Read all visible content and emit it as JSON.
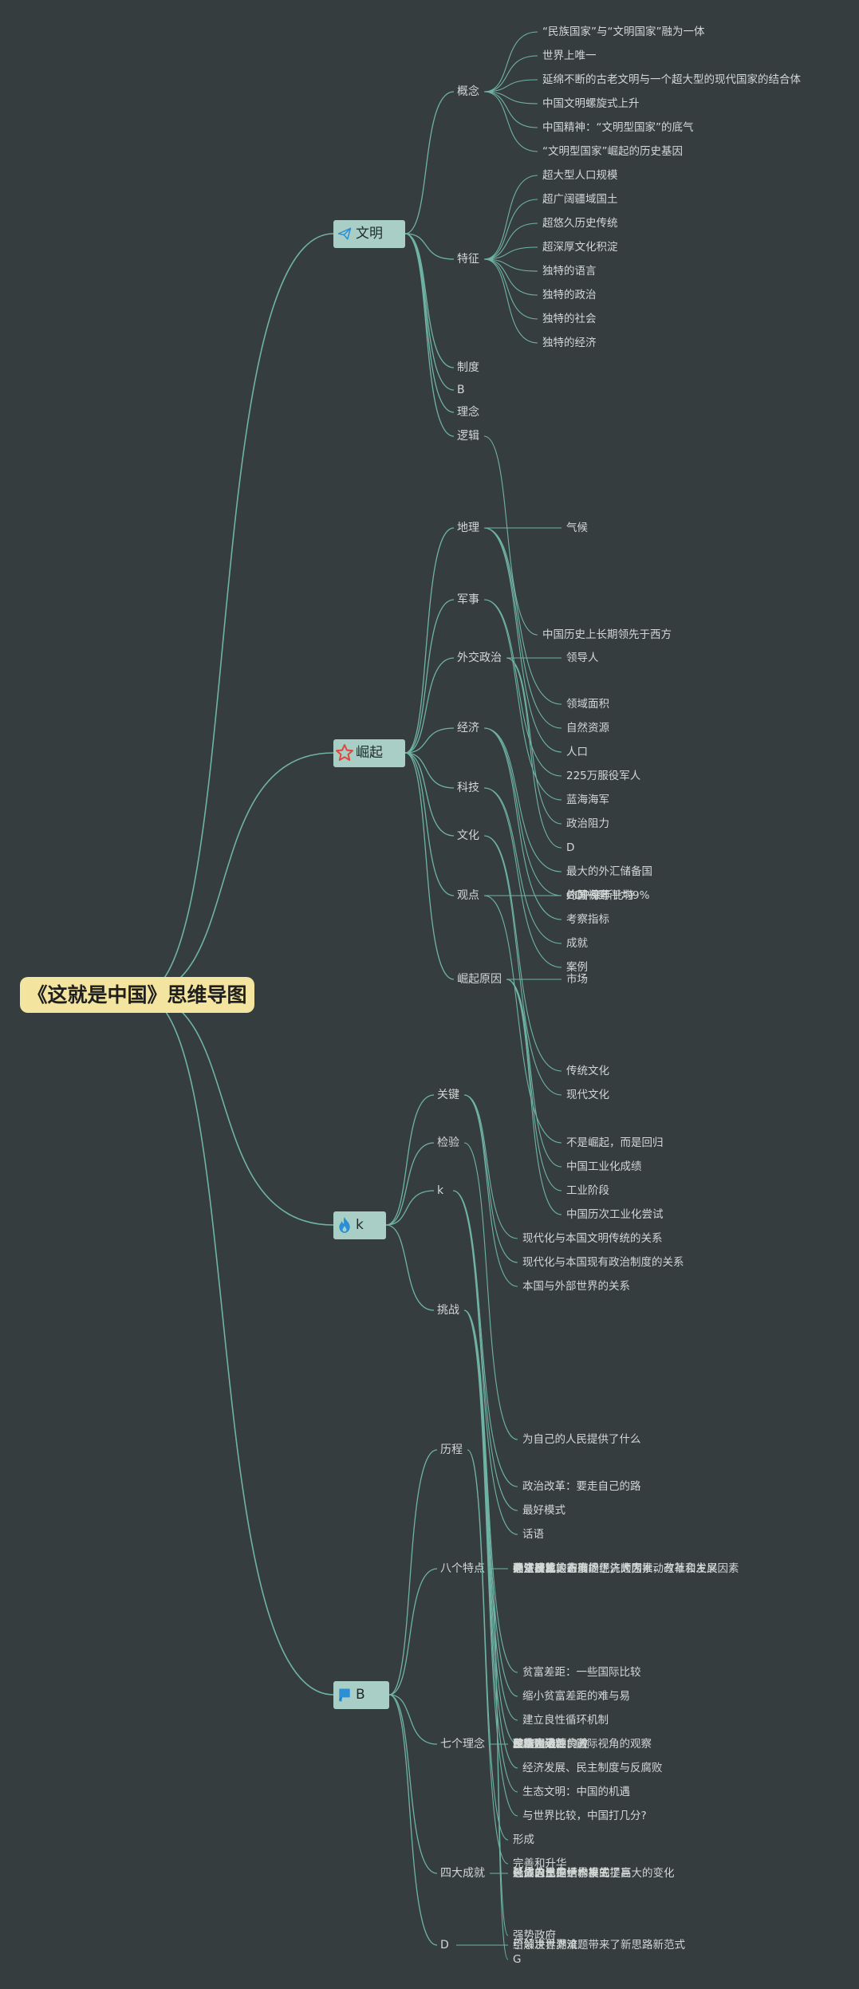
{
  "title": "《这就是中国》思维导图",
  "colors": {
    "background": "#363d3f",
    "edge": "#6fb3a5",
    "root": "#f3e59f",
    "branch": "#a9cec6"
  },
  "branches": [
    {
      "label": "文明",
      "icon": "paper-plane-icon",
      "children": [
        {
          "label": "概念",
          "children": [
            "“民族国家”与“文明国家”融为一体",
            "世界上唯一",
            "延绵不断的古老文明与一个超大型的现代国家的结合体",
            "中国文明螺旋式上升",
            "中国精神：“文明型国家”的底气",
            "“文明型国家”崛起的历史基因"
          ]
        },
        {
          "label": "特征",
          "children": [
            "超大型人口规模",
            "超广阔疆域国土",
            "超悠久历史传统",
            "超深厚文化积淀",
            "独特的语言",
            "独特的政治",
            "独特的社会",
            "独特的经济"
          ]
        },
        {
          "label": "制度",
          "children": []
        },
        {
          "label": "B",
          "children": []
        },
        {
          "label": "理念",
          "children": []
        },
        {
          "label": "逻辑",
          "children": [
            "中国历史上长期领先于西方"
          ]
        }
      ]
    },
    {
      "label": "崛起",
      "icon": "star-icon",
      "children": [
        {
          "label": "地理",
          "children": [
            "领域面积",
            "自然资源",
            "人口",
            "气候"
          ]
        },
        {
          "label": "军事",
          "children": [
            "225万服役军人",
            "蓝海海军"
          ]
        },
        {
          "label": "外交政治",
          "children": [
            "政治阻力",
            "D",
            "领导人"
          ]
        },
        {
          "label": "经济",
          "children": [
            "最大的外汇储备国",
            "GDP每年平均9%",
            "考察指标"
          ]
        },
        {
          "label": "科技",
          "children": [
            "成就",
            "案例"
          ]
        },
        {
          "label": "文化",
          "children": [
            "传统文化",
            "现代文化"
          ]
        },
        {
          "label": "观点",
          "children": [
            "不是崛起，而是回归",
            "约翰·奈斯比特",
            "外国视野"
          ]
        },
        {
          "label": "崛起原因",
          "children": [
            "中国工业化成绩",
            "工业阶段",
            "中国历次工业化尝试",
            "市场"
          ]
        }
      ]
    },
    {
      "label": "k",
      "icon": "flame-icon",
      "children": [
        {
          "label": "关键",
          "children": [
            "现代化与本国文明传统的关系",
            "现代化与本国现有政治制度的关系",
            "本国与外部世界的关系"
          ]
        },
        {
          "label": "检验",
          "children": [
            "为自己的人民提供了什么"
          ]
        },
        {
          "label": "k",
          "children": [
            "政治改革：要走自己的路",
            "最好模式",
            "话语"
          ]
        },
        {
          "label": "挑战",
          "children": [
            "贫富差距：一些国际比较",
            "缩小贫富差距的难与易",
            "建立良性循环机制",
            "腐败问题：国际视角的观察",
            "经济发展、民主制度与反腐败",
            "生态文明：中国的机遇",
            "与世界比较，中国打几分?"
          ]
        }
      ]
    },
    {
      "label": "B",
      "icon": "flag-icon",
      "children": [
        {
          "label": "历程",
          "children": [
            "形成",
            "完善和升华"
          ]
        },
        {
          "label": "八个特点",
          "children": [
            "强势政府",
            "G",
            "关注民生",
            "在坚持稳定的前提下，大力推动改革和发展",
            "渐进改革",
            "确立了比较正确的优先顺序",
            "经济模式，有市场经济的因素，有社会主义因素",
            "非常开放的态度"
          ]
        },
        {
          "label": "七个理念",
          "children": [
            "G",
            "和谐中道",
            "民生为大",
            "整体思维",
            "政府是必要的善",
            "励精图治的良政",
            "政绩合法性"
          ]
        },
        {
          "label": "四大成就",
          "children": [
            "经济总量是世界第三",
            "总体人民生活水平的提高",
            "社会的生存结构发生了巨大的变化",
            "形成自己的一个模式"
          ]
        },
        {
          "label": "D",
          "children": [
            "引领世界潮流",
            "给解决世界难题带来了新思路新范式"
          ]
        }
      ]
    }
  ]
}
